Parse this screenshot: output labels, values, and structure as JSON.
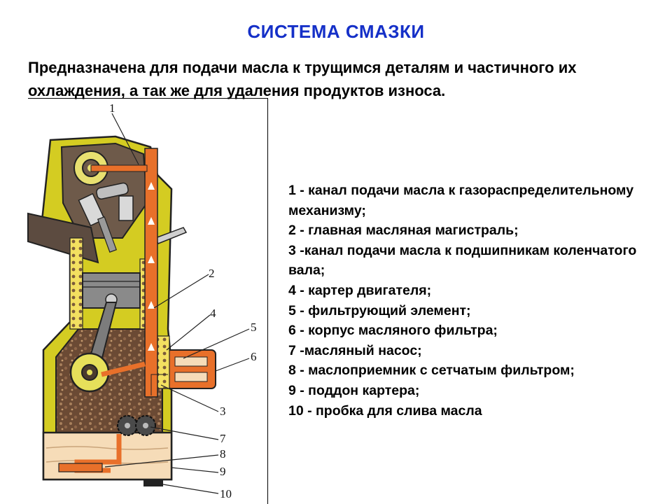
{
  "title": "СИСТЕМА СМАЗКИ",
  "intro": "Предназначена для подачи масла к трущимся деталям и частичного их охлаждения, а так же для удаления продуктов износа.",
  "callouts": [
    "1",
    "2",
    "3",
    "4",
    "5",
    "6",
    "7",
    "8",
    "9",
    "10"
  ],
  "legend": [
    "1 - канал подачи масла к газораспределительному механизму;",
    "2 - главная масляная магистраль;",
    "3 -канал подачи масла к подшипникам коленчатого вала;",
    "4 - картер двигателя;",
    "5 - фильтрующий элемент;",
    "6 - корпус масляного фильтра;",
    "7 -масляный насос;",
    "8 - маслоприемник с сетчатым фильтром;",
    "9 - поддон картера;",
    "10 - пробка для слива масла"
  ],
  "colors": {
    "title": "#1530c8",
    "oil_channel": "#e8702a",
    "engine_body": "#d4cc22",
    "crankcase": "#5a4632",
    "oil_pan": "#f6dcb8"
  }
}
